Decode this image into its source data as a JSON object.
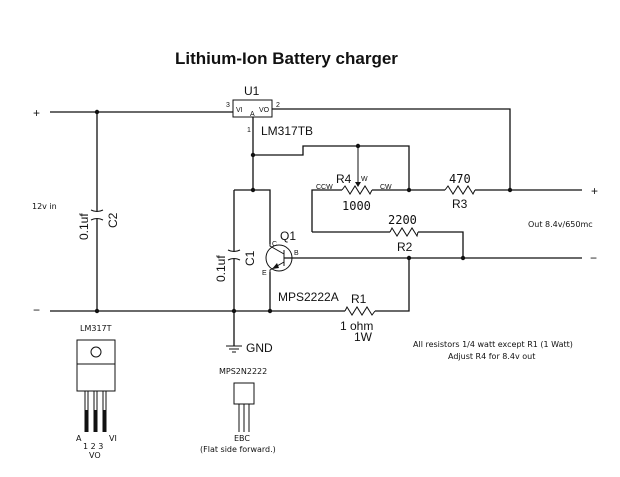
{
  "title": "Lithium-Ion Battery charger",
  "input": {
    "plus": "+",
    "minus": "−",
    "label": "12v in"
  },
  "output": {
    "plus": "+",
    "minus": "−",
    "label": "Out 8.4v/650mc"
  },
  "u1": {
    "ref": "U1",
    "part": "LM317TB",
    "pin_vi": "VI",
    "pin_vo": "VO",
    "pin_adj": "A",
    "pin3": "3",
    "pin2": "2",
    "pin1": "1"
  },
  "c2": {
    "ref": "C2",
    "value": "0.1uf"
  },
  "c1": {
    "ref": "C1",
    "value": "0.1uf"
  },
  "q1": {
    "ref": "Q1",
    "part": "MPS2222A",
    "pin_c": "C",
    "pin_b": "B",
    "pin_e": "E"
  },
  "r4": {
    "ref": "R4",
    "value": "1000",
    "ccw": "CCW",
    "cw": "CW",
    "wiper": "W"
  },
  "r3": {
    "ref": "R3",
    "value": "470"
  },
  "r2": {
    "ref": "R2",
    "value": "2200"
  },
  "r1": {
    "ref": "R1",
    "value": "1 ohm",
    "power": "1W"
  },
  "gnd": "GND",
  "notes": [
    "All resistors 1/4 watt except R1 (1 Watt)",
    "Adjust R4 for 8.4v out"
  ],
  "lm317t_pkg": {
    "label": "LM317T",
    "pin_a": "A",
    "pins": "1 2 3",
    "pin_vi": "VI",
    "pin_vo": "VO"
  },
  "mps_pkg": {
    "label": "MPS2N2222",
    "pins": "EBC",
    "note": "(Flat side forward.)"
  }
}
